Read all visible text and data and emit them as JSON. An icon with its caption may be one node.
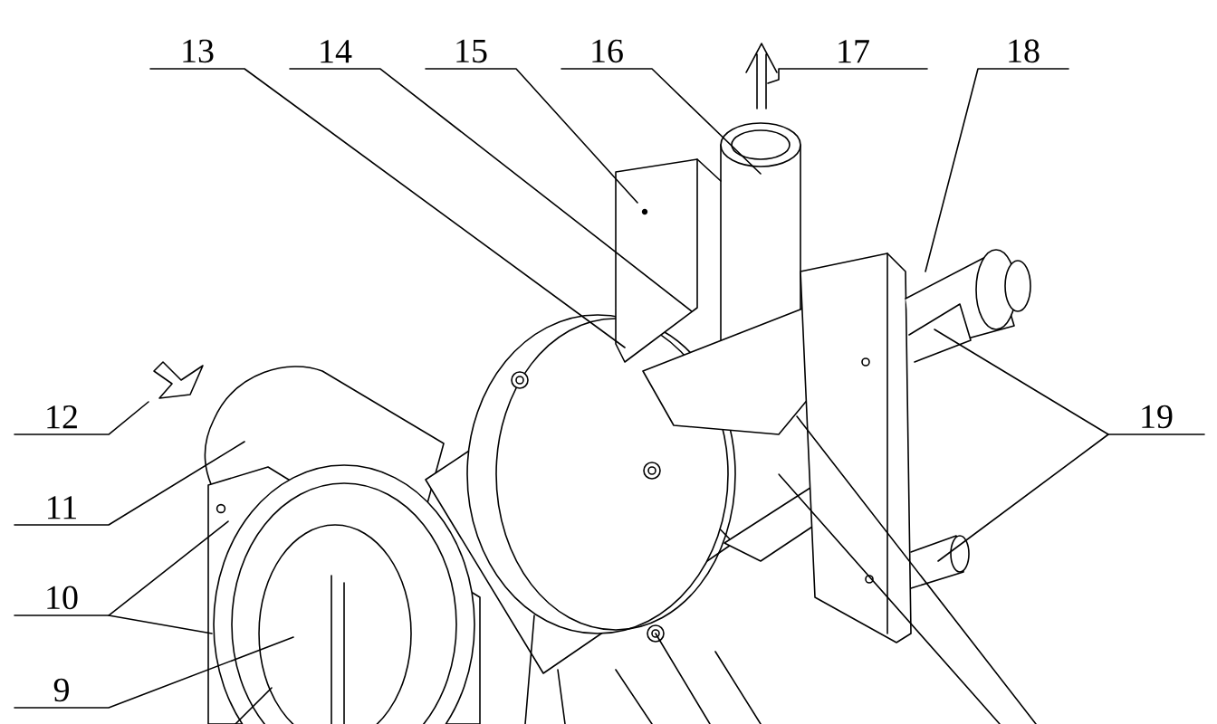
{
  "diagram": {
    "nodes": [
      {
        "text": [
          "13"
        ]
      },
      {
        "text": [
          "14"
        ]
      },
      {
        "text": [
          "15"
        ]
      },
      {
        "text": [
          "16"
        ]
      },
      {
        "text": [
          "17"
        ]
      },
      {
        "text": [
          "18"
        ]
      },
      {
        "text": [
          "12"
        ]
      },
      {
        "text": [
          "19"
        ]
      },
      {
        "text": [
          "11"
        ]
      },
      {
        "text": [
          "10"
        ]
      },
      {
        "text": [
          "9"
        ]
      }
    ],
    "edges": [
      {
        "from": 0,
        "to": null,
        "arrow": "none"
      },
      {
        "from": 1,
        "to": null,
        "arrow": "none"
      },
      {
        "from": 2,
        "to": null,
        "arrow": "none"
      },
      {
        "from": 3,
        "to": null,
        "arrow": "none"
      },
      {
        "from": 4,
        "to": null,
        "arrow": "none"
      },
      {
        "from": 5,
        "to": null,
        "arrow": "none"
      },
      {
        "from": 6,
        "to": null,
        "arrow": "none"
      },
      {
        "from": 7,
        "to": null,
        "arrow": "none"
      },
      {
        "from": 7,
        "to": null,
        "arrow": "none"
      },
      {
        "from": 8,
        "to": null,
        "arrow": "none"
      },
      {
        "from": 9,
        "to": null,
        "arrow": "none"
      },
      {
        "from": 9,
        "to": null,
        "arrow": "none"
      },
      {
        "from": 10,
        "to": null,
        "arrow": "none"
      }
    ]
  }
}
